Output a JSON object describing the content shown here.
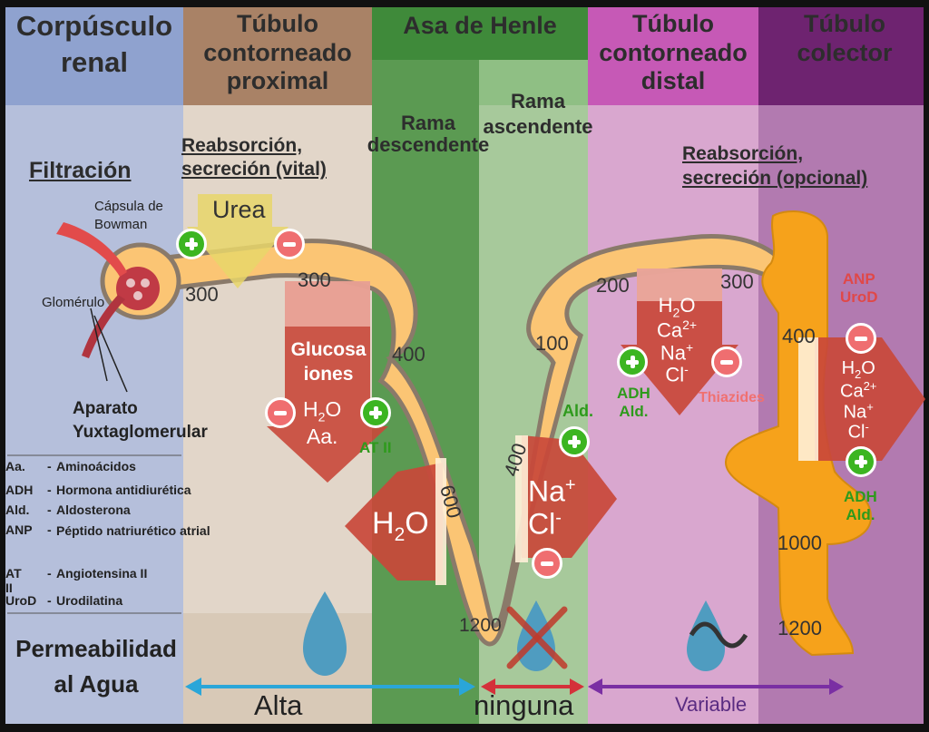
{
  "headers": {
    "corpusculo": [
      "Corpúsculo",
      "renal"
    ],
    "proximal": [
      "Túbulo",
      "contorneado",
      "proximal"
    ],
    "henle": "Asa de Henle",
    "distal": [
      "Túbulo",
      "contorneado",
      "distal"
    ],
    "colector": [
      "Túbulo",
      "colector"
    ]
  },
  "sub": {
    "descendente": [
      "Rama",
      "descendente"
    ],
    "ascendente": [
      "Rama",
      "ascendente"
    ]
  },
  "sections": {
    "filtracion": "Filtración",
    "reab_vital": [
      "Reabsorción,",
      "secreción (vital)"
    ],
    "reab_opcional": [
      "Reabsorción,",
      "secreción (opcional)"
    ]
  },
  "anatomy": {
    "capsula": [
      "Cápsula de",
      "Bowman"
    ],
    "glomerulo": "Glomérulo",
    "aparato": [
      "Aparato",
      "Yuxtaglomerular"
    ]
  },
  "osmolarity": [
    "300",
    "300",
    "400",
    "600",
    "1200",
    "400",
    "100",
    "200",
    "300",
    "400",
    "1000",
    "1200"
  ],
  "substances": {
    "urea": "Urea",
    "glucosa": [
      "Glucosa",
      "iones"
    ],
    "h2o_aa": [
      "H",
      "2",
      "O",
      "Aa."
    ],
    "h2o": [
      "H",
      "2",
      "O"
    ],
    "nacl": [
      "Na",
      "+",
      "Cl",
      "-"
    ],
    "distal_ions": [
      "H",
      "2",
      "O",
      "Ca",
      "2+",
      "Na",
      "+",
      "Cl",
      "-"
    ],
    "colector_ions": [
      "H",
      "2",
      "O",
      "Ca",
      "2+",
      "Na",
      "+",
      "Cl",
      "-"
    ]
  },
  "hormones": {
    "at2": "AT II",
    "ald": "Ald.",
    "adh_ald_distal": [
      "ADH",
      "Ald."
    ],
    "thiazides": "Thiazides",
    "anp_urod": [
      "ANP",
      "UroD"
    ],
    "adh_ald_colector": [
      "ADH",
      "Ald."
    ]
  },
  "legend": [
    {
      "abbr": "Aa.",
      "sep": "-",
      "desc": "Aminoácidos"
    },
    {
      "abbr": "ADH",
      "sep": "-",
      "desc": "Hormona antidiurética"
    },
    {
      "abbr": "Ald.",
      "sep": "-",
      "desc": "Aldosterona"
    },
    {
      "abbr": "ANP",
      "sep": "-",
      "desc": "Péptido natriurético atrial"
    },
    {
      "abbr": "AT II",
      "sep": "-",
      "desc": "Angiotensina II"
    },
    {
      "abbr": "UroD",
      "sep": "-",
      "desc": "Urodilatina"
    }
  ],
  "permeability": {
    "title": [
      "Permeabilidad",
      "al Agua"
    ],
    "alta": "Alta",
    "ninguna": "ninguna",
    "variable": "Variable"
  },
  "colors": {
    "corpusculo": "#8fa2cf",
    "proximal": "#a98266",
    "henle": "#3f8a3a",
    "distal": "#c659b6",
    "colector": "#6e2370",
    "tubule": "#fbc574",
    "collector_tube": "#f6a21b",
    "arrow_red": "#c9483a",
    "plus": "#3cb521",
    "minus": "#ef6e70"
  }
}
